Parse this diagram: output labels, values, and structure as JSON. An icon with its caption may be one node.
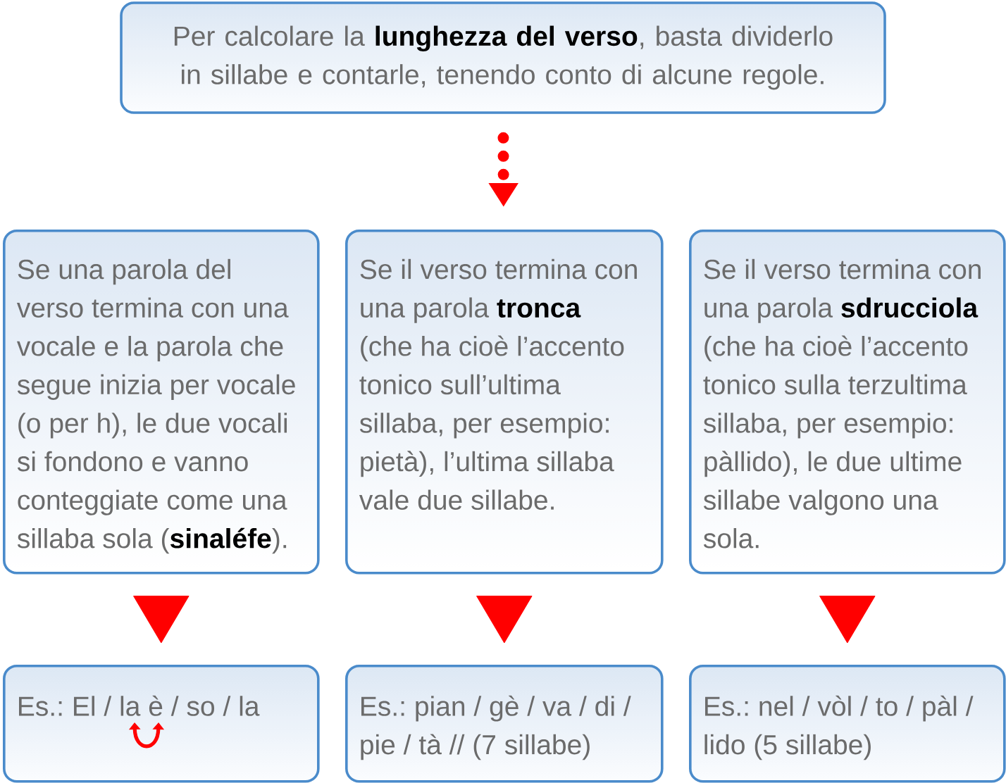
{
  "diagram": {
    "nodes": [
      {
        "text": [
          "Per calcolare la **lunghezza del verso**, basta dividerlo in sillabe e contarle, tenendo conto di alcune regole."
        ]
      },
      {
        "text": [
          "Se una parola del verso termina con una vocale e la parola che segue inizia per vocale (o per h), le due vocali si fondono e vanno conteggiate come una sillaba sola (**sinaléfe**)."
        ]
      },
      {
        "text": [
          "Se il verso termina con una parola **tronca** (che ha cioè l’accento tonico sull’ultima sillaba, per esempio: pietà), l’ultima sillaba vale due sillabe."
        ]
      },
      {
        "text": [
          "Se il verso termina con una parola **sdrucciola** (che ha cioè l’accento tonico sulla terzultima sillaba, per esempio: pàllido), le due ultime sillabe valgono una sola."
        ]
      },
      {
        "text": [
          "Es.: El / la è / so / la"
        ]
      },
      {
        "text": [
          "Es.: pian / gè / va / di / pie / tà // (7 sillabe)"
        ]
      },
      {
        "text": [
          "Es.: nel / vòl / to / pàl / lido (5 sillabe)"
        ]
      }
    ],
    "edges": [
      {
        "from": 0,
        "to": 2,
        "arrow": "to",
        "style": "dashed"
      },
      {
        "from": 1,
        "to": 4,
        "arrow": "to"
      },
      {
        "from": 2,
        "to": 5,
        "arrow": "to"
      },
      {
        "from": 3,
        "to": 6,
        "arrow": "to"
      }
    ]
  }
}
